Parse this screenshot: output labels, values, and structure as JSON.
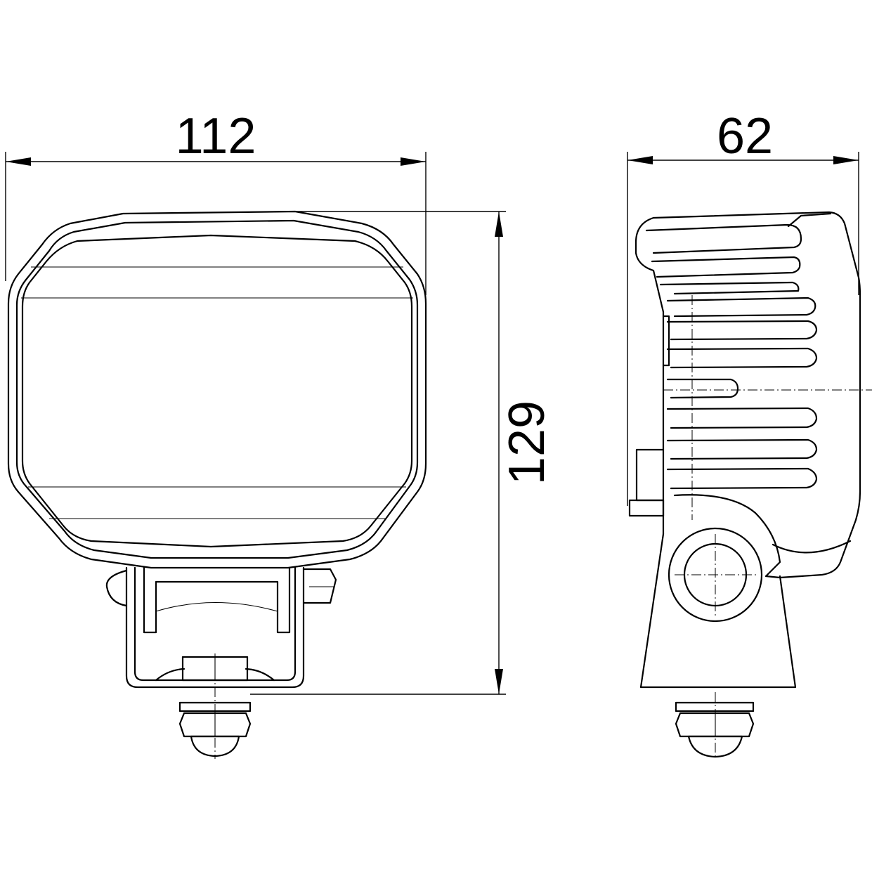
{
  "dimensions": {
    "front_width": "112",
    "front_height": "129",
    "side_depth": "62"
  }
}
